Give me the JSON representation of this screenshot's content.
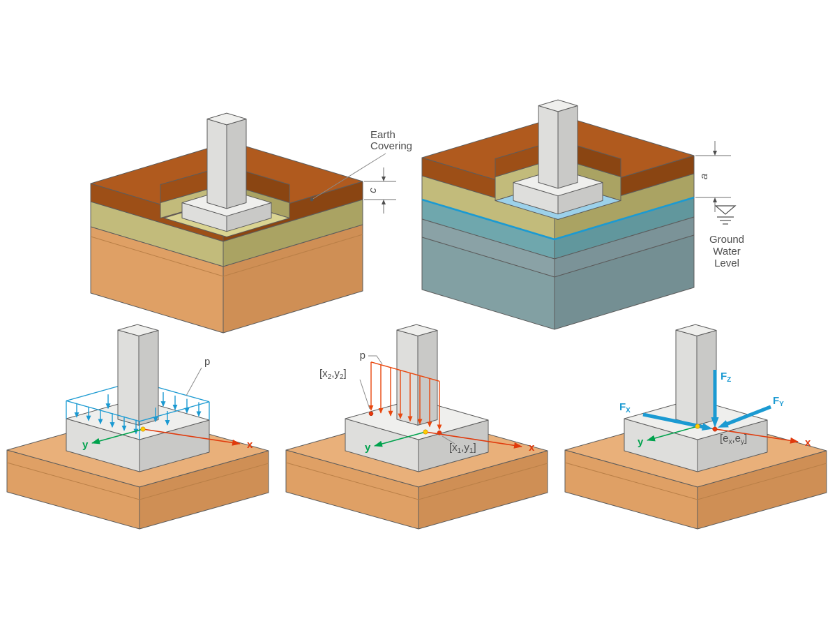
{
  "labels": {
    "earth_covering": [
      "Earth",
      "Covering"
    ],
    "ground_water": [
      "Ground",
      "Water",
      "Level"
    ],
    "dim_c": "c",
    "dim_a": "a",
    "p": "p",
    "axis_x": "x",
    "axis_y": "y",
    "corner1": {
      "pre": "[x",
      "sub_a": "1",
      "mid": ",y",
      "sub_b": "1",
      "post": "]"
    },
    "corner2": {
      "pre": "[x",
      "sub_a": "2",
      "mid": ",y",
      "sub_b": "2",
      "post": "]"
    },
    "ecc": {
      "pre": "[e",
      "sub_a": "x",
      "mid": ",e",
      "sub_b": "y",
      "post": "]"
    },
    "fx": {
      "base": "F",
      "sub": "X"
    },
    "fy": {
      "base": "F",
      "sub": "Y"
    },
    "fz": {
      "base": "F",
      "sub": "Z"
    }
  },
  "colors": {
    "soil_top": "#e9b07a",
    "soil_front": "#dfa065",
    "soil_side": "#cf8f55",
    "soil_band": "#b97f47",
    "earth_top": "#b05a1e",
    "earth_front": "#9d4f17",
    "earth_side": "#8a4512",
    "layer_top": "#cfc98c",
    "layer_front": "#c2bb7b",
    "layer_side": "#aaa363",
    "layer_patch": "#dad492",
    "concrete_top": "#efefed",
    "concrete_front": "#dededc",
    "concrete_side": "#c9c9c7",
    "water_line": "#1b9ad2",
    "water_surface": "#9cd1ea",
    "sub_front": "#6fa7ad",
    "sub_side": "#61979d",
    "sub2_front": "#8aa2a6",
    "sub2_side": "#7b9398",
    "base_sub_front": "#82a0a3",
    "base_sub_side": "#748f93",
    "load_blue": "#1b9ad2",
    "load_red": "#e8470e",
    "axis_x": "#e03a0c",
    "axis_y": "#00a24d",
    "force_blue": "#1b9ad2",
    "origin_dot": "#ffcc00",
    "point_dot": "#e8380d",
    "label_text": "#4d4d4d"
  }
}
